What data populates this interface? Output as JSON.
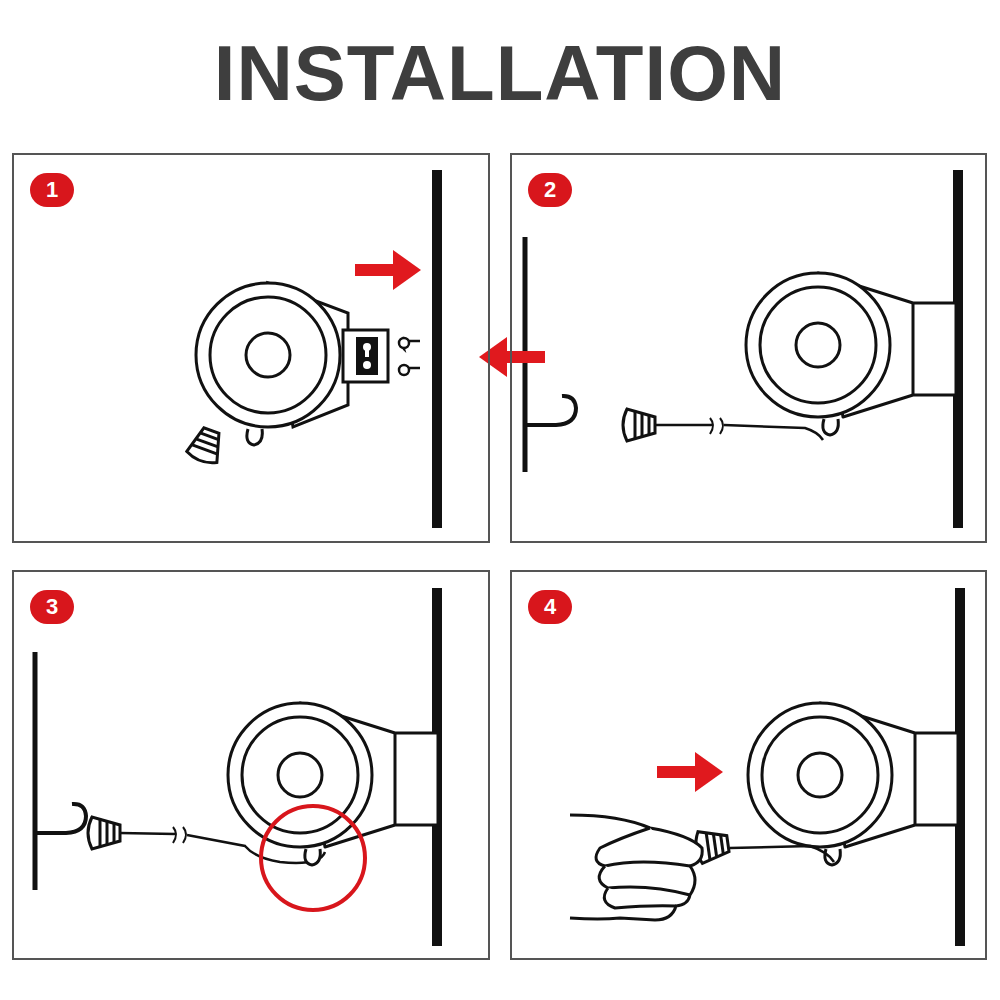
{
  "diagram": {
    "title": "INSTALLATION",
    "nodes": [
      {
        "text": [
          "1"
        ]
      },
      {
        "text": [
          "2"
        ]
      },
      {
        "text": [
          "3"
        ]
      },
      {
        "text": [
          "4"
        ]
      }
    ]
  }
}
